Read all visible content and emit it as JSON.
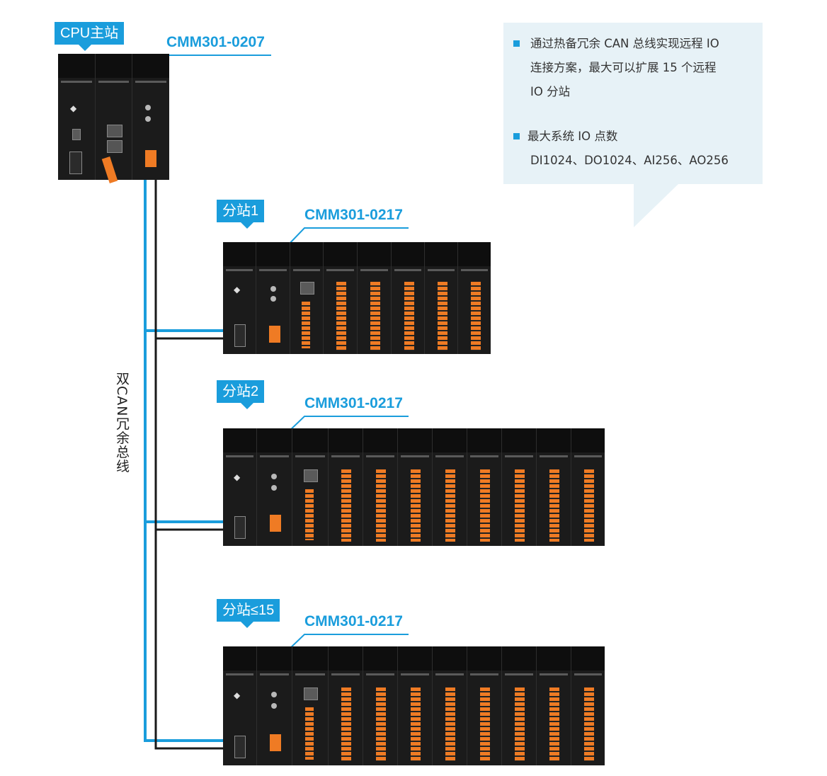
{
  "station_tags": {
    "cpu": "CPU主站",
    "sub1": "分站1",
    "sub2": "分站2",
    "sub15": "分站≤15"
  },
  "models": {
    "cpu": "CMM301-0207",
    "sub1": "CMM301-0217",
    "sub2": "CMM301-0217",
    "sub15": "CMM301-0217"
  },
  "bus_label": "双CAN冗余总线",
  "info": {
    "bullet1_line1": "通过热备冗余 CAN 总线实现远程 IO",
    "bullet1_line2": "连接方案，最大可以扩展 15 个远程",
    "bullet1_line3": "IO 分站",
    "bullet2_title": "最大系统 IO 点数",
    "bullet2_value": "DI1024、DO1024、AI256、AO256"
  },
  "colors": {
    "accent_blue": "#1a9ddc",
    "bus_black": "#1a1a1a",
    "io_orange": "#ef7b24",
    "info_bg": "#e7f2f7"
  }
}
